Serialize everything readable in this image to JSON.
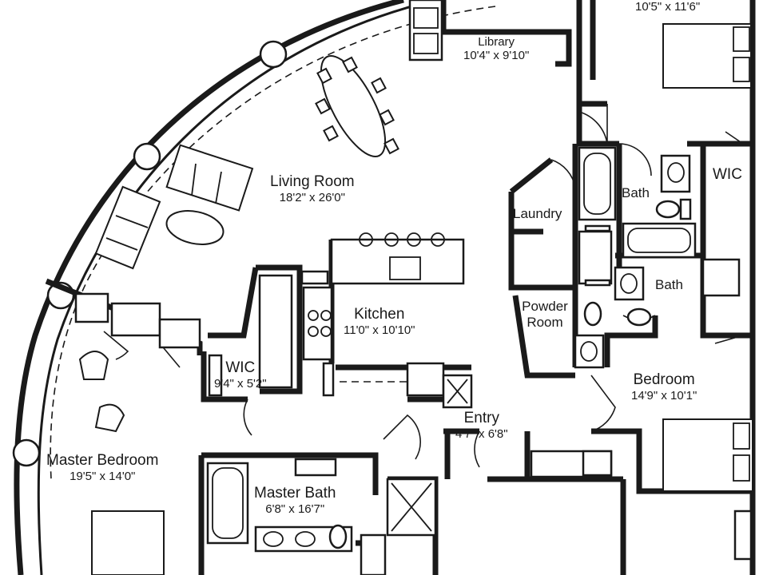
{
  "rooms": [
    {
      "id": "bedroom-top",
      "name": "",
      "dims": "10'5\" x 11'6\""
    },
    {
      "id": "library",
      "name": "Library",
      "dims": "10'4\" x 9'10\""
    },
    {
      "id": "living-room",
      "name": "Living Room",
      "dims": "18'2\" x 26'0\""
    },
    {
      "id": "wic-right",
      "name": "WIC",
      "dims": ""
    },
    {
      "id": "bath-upper",
      "name": "Bath",
      "dims": ""
    },
    {
      "id": "laundry",
      "name": "Laundry",
      "dims": ""
    },
    {
      "id": "bath-lower",
      "name": "Bath",
      "dims": ""
    },
    {
      "id": "powder-room",
      "name": "Powder Room",
      "dims": ""
    },
    {
      "id": "kitchen",
      "name": "Kitchen",
      "dims": "11'0\" x 10'10\""
    },
    {
      "id": "wic-left",
      "name": "WIC",
      "dims": "9'4\" x 5'2\""
    },
    {
      "id": "bedroom-right",
      "name": "Bedroom",
      "dims": "14'9\" x 10'1\""
    },
    {
      "id": "entry",
      "name": "Entry",
      "dims": "4'7\" x 6'8\""
    },
    {
      "id": "master-bedroom",
      "name": "Master Bedroom",
      "dims": "19'5\" x 14'0\""
    },
    {
      "id": "master-bath",
      "name": "Master Bath",
      "dims": "6'8\" x 16'7\""
    }
  ]
}
